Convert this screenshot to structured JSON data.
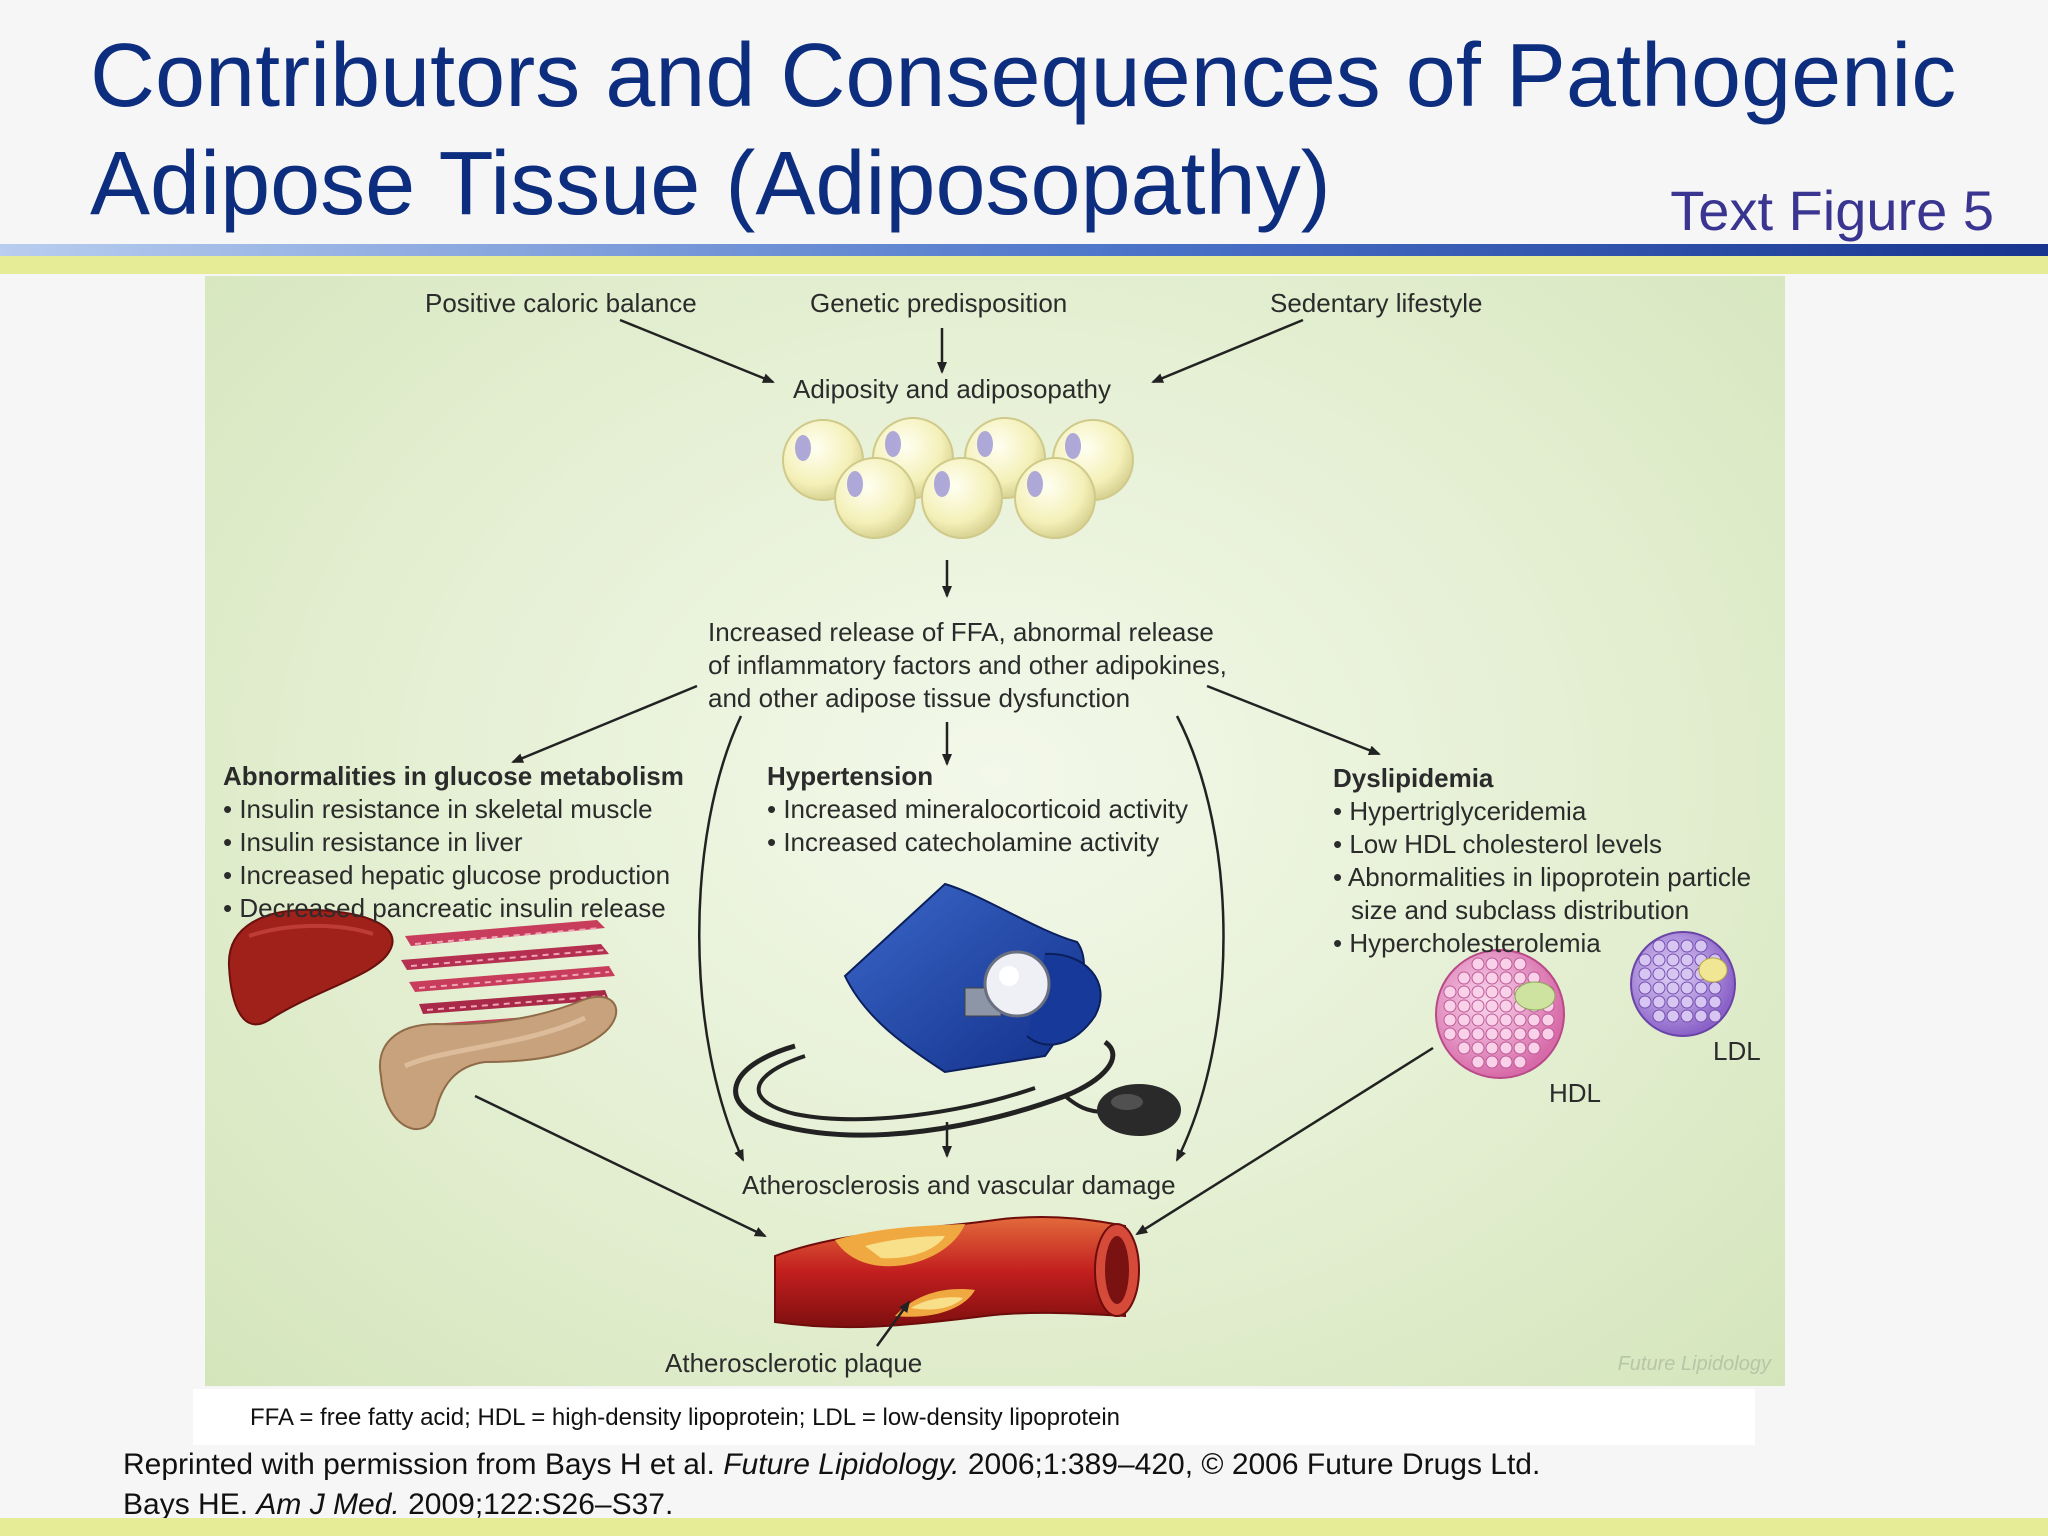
{
  "slide": {
    "title": "Contributors and Consequences of Pathogenic Adipose Tissue (Adiposopathy)",
    "figure_label": "Text Figure 5"
  },
  "figure": {
    "contributors": {
      "left": "Positive caloric balance",
      "center": "Genetic predisposition",
      "right": "Sedentary lifestyle"
    },
    "adiposity": "Adiposity and adiposopathy",
    "release": [
      "Increased release of FFA, abnormal release",
      "of inflammatory factors and other adipokines,",
      "and other adipose tissue dysfunction"
    ],
    "glucose": {
      "heading": "Abnormalities in glucose metabolism",
      "items": [
        "• Insulin resistance in skeletal muscle",
        "• Insulin resistance in liver",
        "• Increased hepatic glucose production",
        "• Decreased pancreatic insulin release"
      ]
    },
    "hypertension": {
      "heading": "Hypertension",
      "items": [
        "• Increased mineralocorticoid activity",
        "• Increased catecholamine activity"
      ]
    },
    "dyslipidemia": {
      "heading": "Dyslipidemia",
      "items": [
        "• Hypertriglyceridemia",
        "• Low HDL cholesterol levels",
        "• Abnormalities in lipoprotein particle",
        "size and subclass distribution",
        "• Hypercholesterolemia"
      ]
    },
    "hdl_label": "HDL",
    "ldl_label": "LDL",
    "atherosclerosis": "Atherosclerosis and vascular damage",
    "plaque": "Atherosclerotic plaque",
    "watermark": "Future Lipidology"
  },
  "footer": {
    "abbreviations": "FFA = free fatty acid; HDL = high-density lipoprotein; LDL = low-density lipoprotein",
    "ref1_pre": "Reprinted with permission from Bays H et al. ",
    "ref1_journal": "Future Lipidology.",
    "ref1_post": " 2006;1:389–420, © 2006 Future Drugs Ltd.",
    "ref2_pre": "Bays HE. ",
    "ref2_journal": "Am J Med.",
    "ref2_post": " 2009;122:S26–S37."
  },
  "colors": {
    "title": "#0d2d7f",
    "figure_label": "#3a3590",
    "accent_yellow": "#e6ec96",
    "figure_bg": "#e4efd2"
  }
}
